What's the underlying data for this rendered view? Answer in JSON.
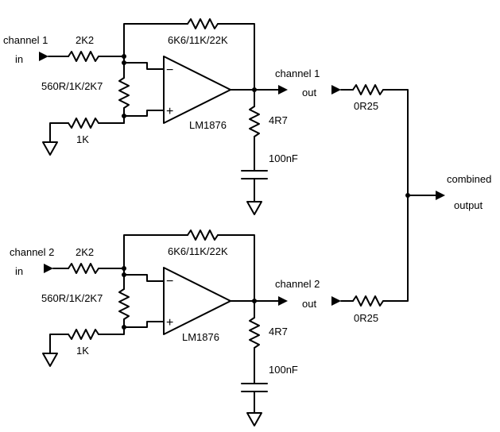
{
  "channel1": {
    "input_label_1": "channel 1",
    "input_label_2": "in",
    "r_in": "2K2",
    "r_feedback": "6K6/11K/22K",
    "r_bias": "560R/1K/2K7",
    "r_gnd": "1K",
    "amp": "LM1876",
    "opamp_minus": "−",
    "opamp_plus": "+",
    "zobel_r": "4R7",
    "zobel_c": "100nF",
    "out_label_1": "channel 1",
    "out_label_2": "out",
    "r_out": "0R25"
  },
  "channel2": {
    "input_label_1": "channel 2",
    "input_label_2": "in",
    "r_in": "2K2",
    "r_feedback": "6K6/11K/22K",
    "r_bias": "560R/1K/2K7",
    "r_gnd": "1K",
    "amp": "LM1876",
    "opamp_minus": "−",
    "opamp_plus": "+",
    "zobel_r": "4R7",
    "zobel_c": "100nF",
    "out_label_1": "channel 2",
    "out_label_2": "out",
    "r_out": "0R25"
  },
  "combined": {
    "label_1": "combined",
    "label_2": "output"
  }
}
